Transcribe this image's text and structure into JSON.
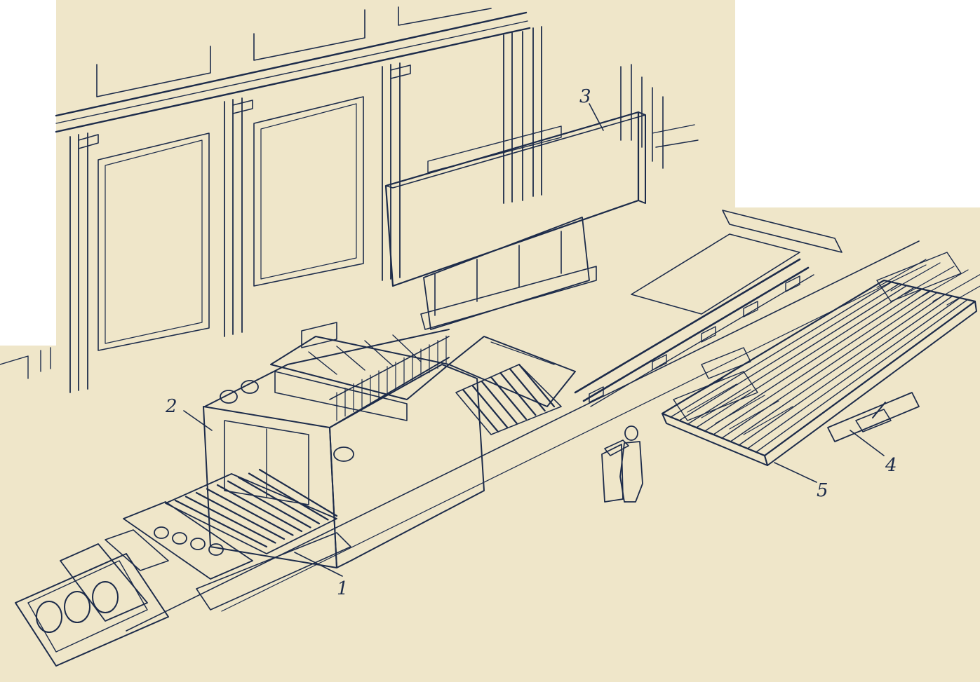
{
  "figure": {
    "paper_color": "#efe6c9",
    "ink_color": "#1c2b4a"
  },
  "callouts": [
    {
      "id": "1",
      "label": "1",
      "target": "roller-conveyor-track"
    },
    {
      "id": "2",
      "label": "2",
      "target": "forming-machine-frame"
    },
    {
      "id": "3",
      "label": "3",
      "target": "wall-panel-lifted"
    },
    {
      "id": "4",
      "label": "4",
      "target": "pallet-pit-mechanism"
    },
    {
      "id": "5",
      "label": "5",
      "target": "reinforcement-cage-pallet"
    }
  ]
}
